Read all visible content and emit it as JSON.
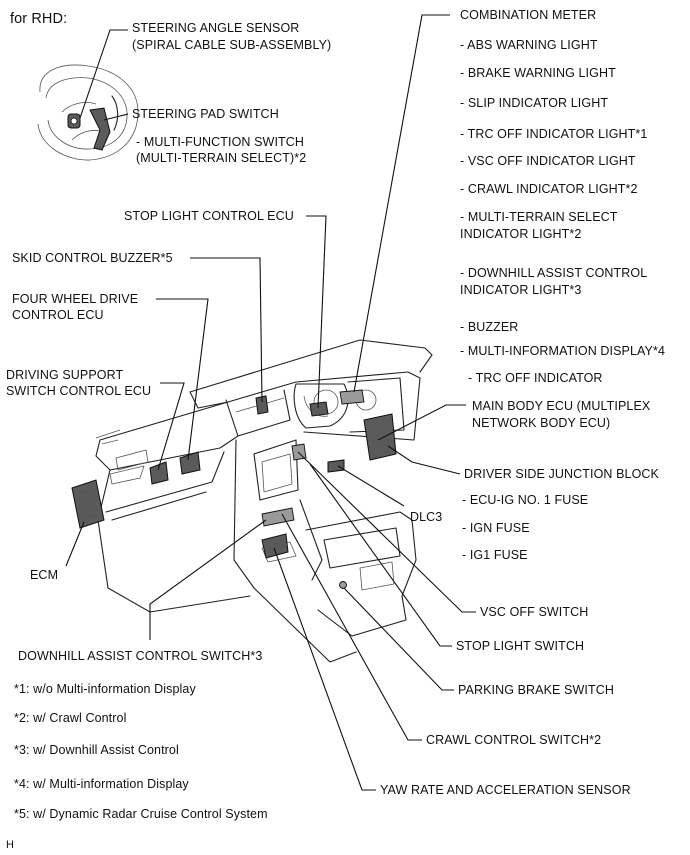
{
  "header": {
    "variant": "for RHD:"
  },
  "labels": {
    "steering_angle_sensor": [
      "STEERING ANGLE SENSOR",
      "(SPIRAL CABLE SUB-ASSEMBLY)"
    ],
    "steering_pad_switch": "STEERING PAD SWITCH",
    "multi_function_switch": [
      "- MULTI-FUNCTION SWITCH",
      "(MULTI-TERRAIN SELECT)*2"
    ],
    "combination_meter": "COMBINATION METER",
    "combination_meter_items": [
      "- ABS WARNING LIGHT",
      "- BRAKE WARNING LIGHT",
      "- SLIP INDICATOR LIGHT",
      "- TRC OFF INDICATOR LIGHT*1",
      "- VSC OFF INDICATOR LIGHT",
      "- CRAWL INDICATOR LIGHT*2",
      "- MULTI-TERRAIN SELECT",
      "INDICATOR LIGHT*2",
      "- DOWNHILL ASSIST CONTROL",
      "INDICATOR LIGHT*3",
      "- BUZZER",
      "- MULTI-INFORMATION DISPLAY*4",
      "- TRC OFF INDICATOR"
    ],
    "stop_light_control_ecu": "STOP LIGHT CONTROL ECU",
    "skid_control_buzzer": "SKID CONTROL BUZZER*5",
    "four_wheel_drive_ecu": [
      "FOUR WHEEL DRIVE",
      "CONTROL ECU"
    ],
    "driving_support_ecu": [
      "DRIVING SUPPORT",
      "SWITCH CONTROL ECU"
    ],
    "main_body_ecu": [
      "MAIN BODY ECU (MULTIPLEX",
      "NETWORK BODY ECU)"
    ],
    "driver_side_junction_block": "DRIVER SIDE JUNCTION BLOCK",
    "junction_block_items": [
      "- ECU-IG NO. 1 FUSE",
      "- IGN FUSE",
      "- IG1 FUSE"
    ],
    "dlc3": "DLC3",
    "ecm": "ECM",
    "vsc_off_switch": "VSC OFF SWITCH",
    "stop_light_switch": "STOP LIGHT SWITCH",
    "downhill_assist_switch": "DOWNHILL ASSIST CONTROL SWITCH*3",
    "parking_brake_switch": "PARKING BRAKE SWITCH",
    "crawl_control_switch": "CRAWL CONTROL SWITCH*2",
    "yaw_rate_sensor": "YAW RATE AND ACCELERATION SENSOR"
  },
  "footnotes": [
    "*1: w/o Multi-information Display",
    "*2: w/ Crawl Control",
    "*3: w/ Downhill Assist Control",
    "*4: w/ Multi-information Display",
    "*5: w/ Dynamic Radar Cruise Control System"
  ],
  "corner_mark": "H"
}
